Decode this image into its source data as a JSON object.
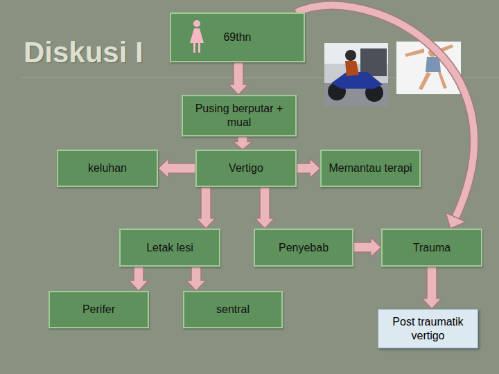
{
  "diagram": {
    "title": "Diskusi I",
    "nodes": [
      {
        "text": [
          "69thn"
        ]
      },
      {
        "text": [
          "Pusing berputar + mual"
        ]
      },
      {
        "text": [
          "keluhan"
        ]
      },
      {
        "text": [
          "Vertigo"
        ]
      },
      {
        "text": [
          "Memantau terapi"
        ]
      },
      {
        "text": [
          "Letak lesi"
        ]
      },
      {
        "text": [
          "Penyebab"
        ]
      },
      {
        "text": [
          "Trauma"
        ]
      },
      {
        "text": [
          "Perifer"
        ]
      },
      {
        "text": [
          "sentral"
        ]
      },
      {
        "text": [
          "Post traumatik vertigo"
        ]
      }
    ],
    "edges": [
      {
        "from": 0,
        "to": 1,
        "arrow": "to"
      },
      {
        "from": 1,
        "to": 3,
        "arrow": "to"
      },
      {
        "from": 3,
        "to": 2,
        "arrow": "to"
      },
      {
        "from": 3,
        "to": 4,
        "arrow": "to"
      },
      {
        "from": 3,
        "to": 5,
        "arrow": "to"
      },
      {
        "from": 3,
        "to": 6,
        "arrow": "to"
      },
      {
        "from": 6,
        "to": 7,
        "arrow": "to"
      },
      {
        "from": 5,
        "to": 8,
        "arrow": "to"
      },
      {
        "from": 5,
        "to": 9,
        "arrow": "to"
      },
      {
        "from": 7,
        "to": 10,
        "arrow": "to"
      },
      {
        "from": 0,
        "to": 7,
        "arrow": "to"
      }
    ]
  }
}
